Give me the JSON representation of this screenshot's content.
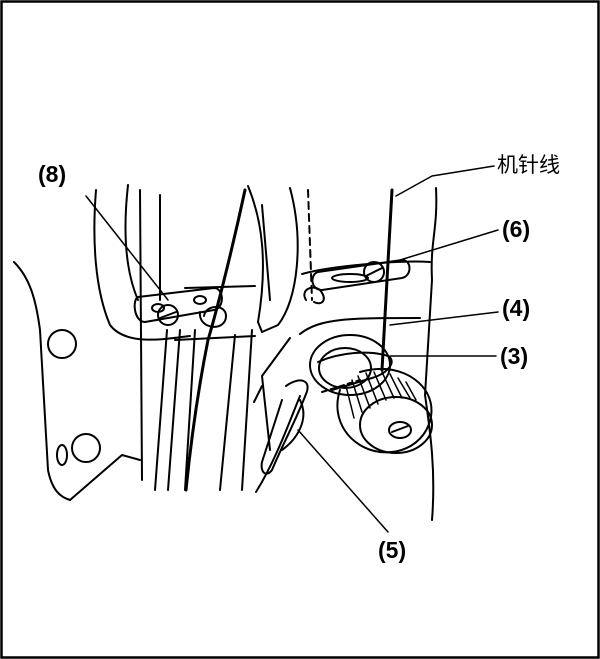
{
  "labels": {
    "needle_thread": "机针线",
    "part_8": "(8)",
    "part_6": "(6)",
    "part_4": "(4)",
    "part_3": "(3)",
    "part_5": "(5)"
  },
  "colors": {
    "ink": "#000000",
    "paper": "#ffffff"
  }
}
